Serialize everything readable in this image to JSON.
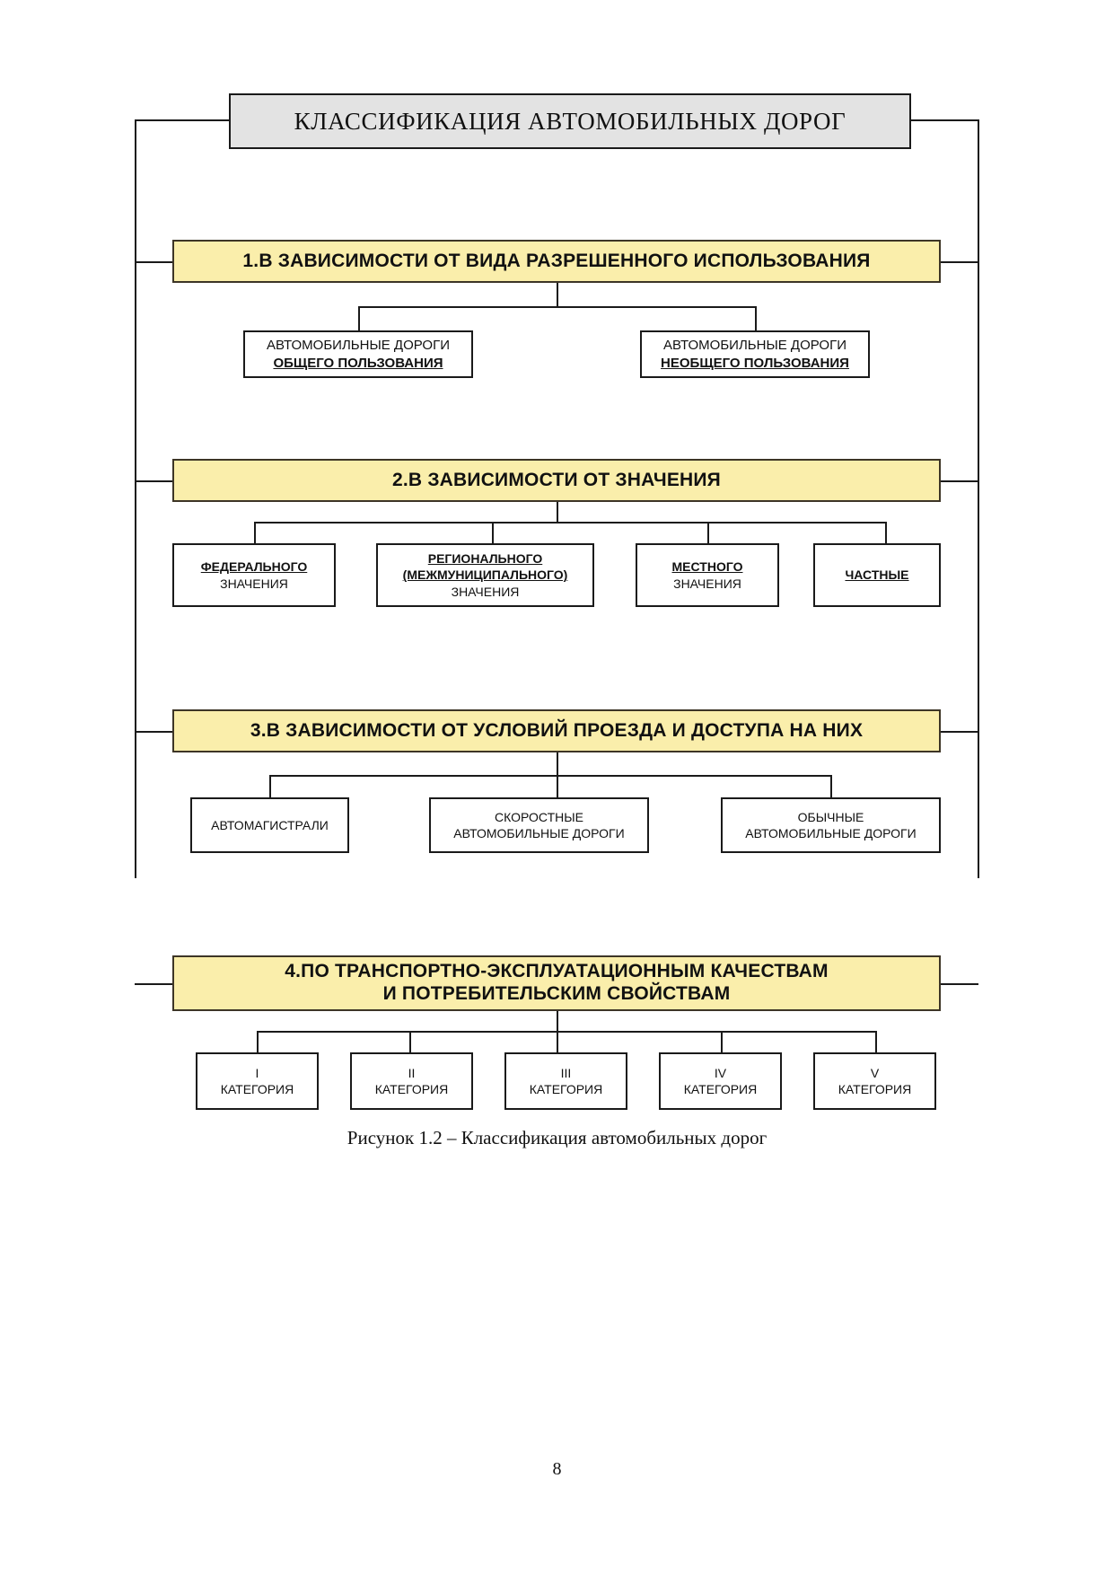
{
  "document": {
    "page_number": "8",
    "caption": "Рисунок 1.2 – Классификация автомобильных дорог"
  },
  "diagram": {
    "type": "hierarchy-flowchart",
    "title": "КЛАССИФИКАЦИЯ АВТОМОБИЛЬНЫХ ДОРОГ",
    "colors": {
      "title_fill": "#e3e3e3",
      "section_fill": "#faeeab",
      "section_border": "#3d3526",
      "leaf_fill": "#ffffff",
      "line": "#1a1a1a"
    },
    "sections": [
      {
        "id": "s1",
        "label": "1.В ЗАВИСИМОСТИ ОТ ВИДА РАЗРЕШЕННОГО ИСПОЛЬЗОВАНИЯ",
        "children": [
          {
            "line1": "АВТОМОБИЛЬНЫЕ ДОРОГИ",
            "line2": "ОБЩЕГО ПОЛЬЗОВАНИЯ"
          },
          {
            "line1": "АВТОМОБИЛЬНЫЕ ДОРОГИ",
            "line2": "НЕОБЩЕГО ПОЛЬЗОВАНИЯ"
          }
        ]
      },
      {
        "id": "s2",
        "label": "2.В ЗАВИСИМОСТИ ОТ ЗНАЧЕНИЯ",
        "children": [
          {
            "line1": "ФЕДЕРАЛЬНОГО",
            "line2": "ЗНАЧЕНИЯ"
          },
          {
            "line1": "РЕГИОНАЛЬНОГО",
            "line2": "(МЕЖМУНИЦИПАЛЬНОГО)",
            "line3": "ЗНАЧЕНИЯ"
          },
          {
            "line1": "МЕСТНОГО",
            "line2": "ЗНАЧЕНИЯ"
          },
          {
            "line1": "ЧАСТНЫЕ"
          }
        ]
      },
      {
        "id": "s3",
        "label": "3.В ЗАВИСИМОСТИ ОТ УСЛОВИЙ ПРОЕЗДА И ДОСТУПА НА НИХ",
        "children": [
          {
            "line1": "АВТОМАГИСТРАЛИ"
          },
          {
            "line1": "СКОРОСТНЫЕ",
            "line2": "АВТОМОБИЛЬНЫЕ ДОРОГИ"
          },
          {
            "line1": "ОБЫЧНЫЕ",
            "line2": "АВТОМОБИЛЬНЫЕ ДОРОГИ"
          }
        ]
      },
      {
        "id": "s4",
        "label_line1": "4.ПО ТРАНСПОРТНО-ЭКСПЛУАТАЦИОННЫМ КАЧЕСТВАМ",
        "label_line2": "И ПОТРЕБИТЕЛЬСКИМ СВОЙСТВАМ",
        "children": [
          {
            "line1": "I",
            "line2": "КАТЕГОРИЯ"
          },
          {
            "line1": "II",
            "line2": "КАТЕГОРИЯ"
          },
          {
            "line1": "III",
            "line2": "КАТЕГОРИЯ"
          },
          {
            "line1": "IV",
            "line2": "КАТЕГОРИЯ"
          },
          {
            "line1": "V",
            "line2": "КАТЕГОРИЯ"
          }
        ]
      }
    ]
  }
}
